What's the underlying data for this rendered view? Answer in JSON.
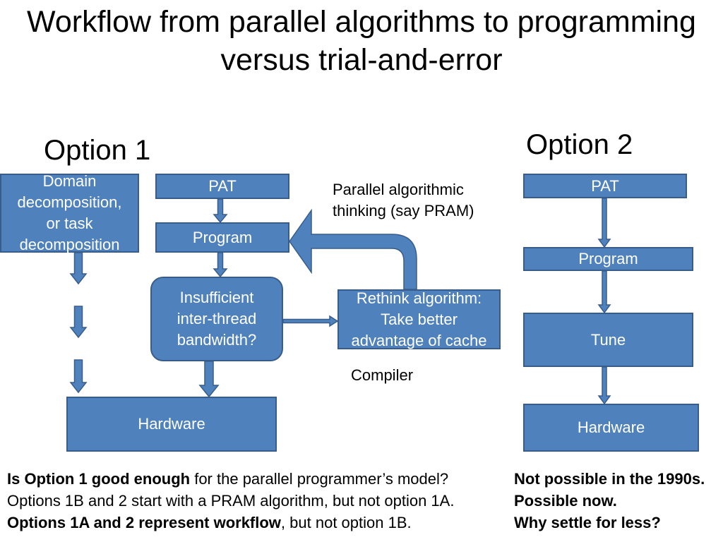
{
  "slide": {
    "title_lines": [
      "Workflow from parallel algorithms to programming",
      "versus trial-and-error"
    ]
  },
  "option1": {
    "label": "Option 1",
    "domain_box": [
      "Domain",
      "decomposition,",
      "or task",
      "decomposition"
    ],
    "pat_box": "PAT",
    "program_box": "Program",
    "bandwidth_box": [
      "Insufficient",
      "inter-thread",
      "bandwidth?"
    ],
    "rethink_box": [
      "Rethink algorithm:",
      "Take better",
      "advantage of cache"
    ],
    "pram_note": [
      "Parallel algorithmic",
      "thinking (say PRAM)"
    ],
    "compiler_note": "Compiler",
    "hardware_box": "Hardware"
  },
  "option2": {
    "label": "Option 2",
    "pat_box": "PAT",
    "program_box": "Program",
    "tune_box": "Tune",
    "hardware_box": "Hardware"
  },
  "notes": {
    "left": [
      {
        "bold": "Is Option 1 good enough",
        "text": " for the parallel programmer’s model?"
      },
      {
        "text": "Options 1B and 2 start with a PRAM algorithm, but not option 1A."
      },
      {
        "bold": "Options 1A and 2 represent workflow",
        "text": ", but not option 1B."
      }
    ],
    "right": [
      "Not possible in the 1990s.",
      "Possible now.",
      "Why settle for less?"
    ]
  },
  "colors": {
    "box_fill": "#4F81BD",
    "box_border": "#385D8A",
    "box_text": "#FFFFFF",
    "text": "#000000",
    "background": "#FFFFFF"
  }
}
